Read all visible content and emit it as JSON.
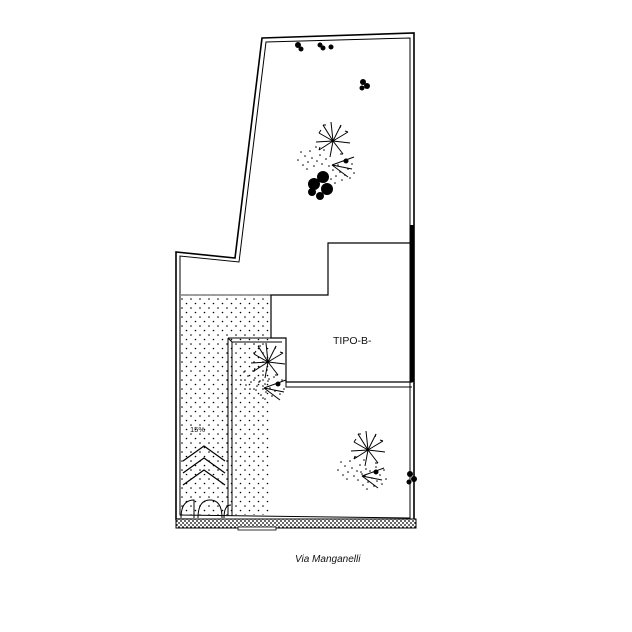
{
  "plan": {
    "building_label": "TIPO-B-",
    "ramp_slope": "15%",
    "street_name": "Via Manganelli"
  },
  "colors": {
    "line": "#000000",
    "background": "#ffffff"
  }
}
